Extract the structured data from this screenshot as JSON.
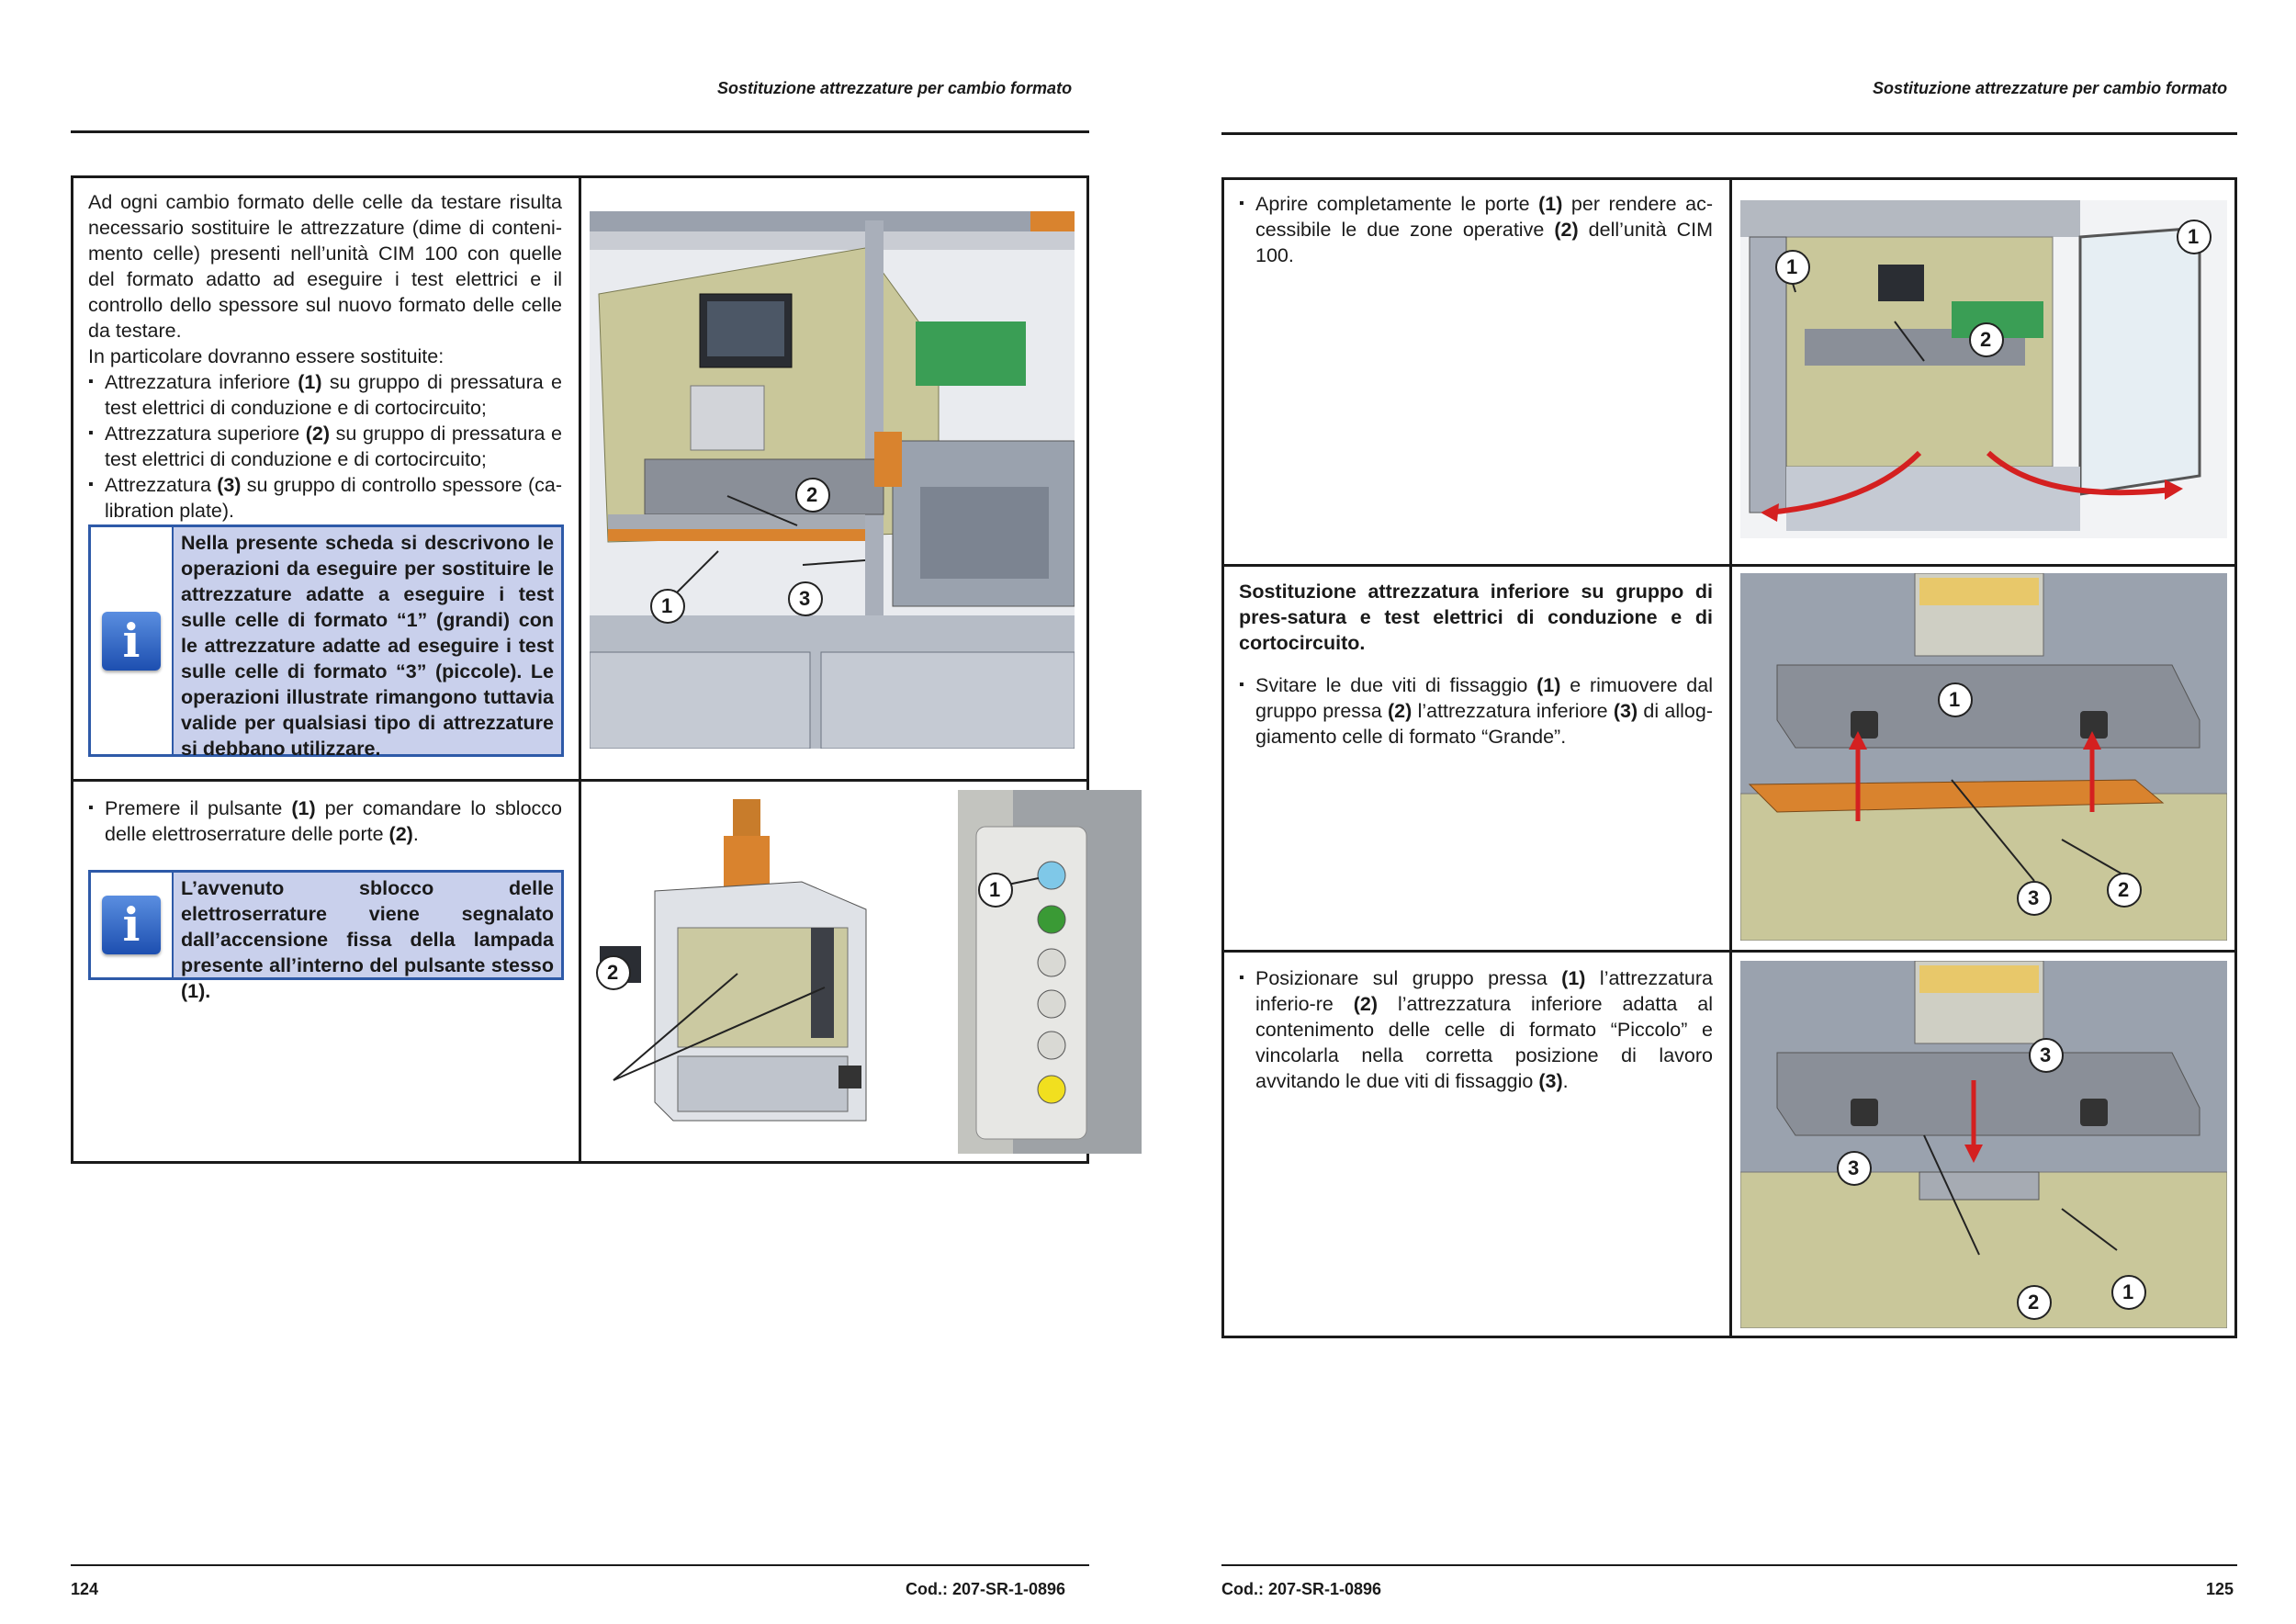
{
  "header": {
    "left_title": "Sostituzione attrezzature per cambio formato",
    "right_title": "Sostituzione attrezzature per cambio formato"
  },
  "footer": {
    "left_page": "124",
    "left_code": "Cod.: 207-SR-1-0896",
    "right_code": "Cod.: 207-SR-1-0896",
    "right_page": "125"
  },
  "left": {
    "intro": {
      "paragraph": "Ad ogni cambio formato delle celle da testare risulta necessario sostituire le attrezzature (dime di conteni-mento celle) presenti nell’unità CIM 100 con quelle del formato adatto ad eseguire i test elettrici e il controllo dello spessore sul nuovo formato delle celle da testare.",
      "lead": "In particolare dovranno essere sostituite:",
      "bullets": [
        {
          "a": "Attrezzatura inferiore ",
          "b": "(1)",
          "c": " su gruppo di pressatura e test elettrici di conduzione e di cortocircuito;"
        },
        {
          "a": "Attrezzatura superiore ",
          "b": "(2)",
          "c": " su gruppo di pressatura e test elettrici di conduzione e di cortocircuito;"
        },
        {
          "a": "Attrezzatura  ",
          "b": "(3)",
          "c": " su gruppo di controllo spessore (ca-libration plate)."
        }
      ],
      "note": "Nella presente scheda si descrivono le operazioni da eseguire per sostituire le attrezzature adatte a eseguire i test sulle celle di formato “1” (grandi) con le attrezzature adatte ad eseguire i test sulle celle di formato “3” (piccole). Le operazioni illustrate rimangono tuttavia valide per qualsiasi tipo di attrezzature si debbano utilizzare."
    },
    "step2": {
      "a": "Premere il pulsante ",
      "b": "(1)",
      "c": " per comandare lo sblocco delle elettroserrature delle porte ",
      "d": "(2)",
      "e": ".",
      "note": "L’avvenuto sblocco delle elettroserrature viene segnalato dall’accensione fissa della lampada presente all’interno del pulsante stesso (1)."
    },
    "callouts": {
      "c1": "1",
      "c2": "2",
      "c3": "3"
    }
  },
  "right": {
    "step1": {
      "a": "Aprire completamente le porte ",
      "b": "(1)",
      "c": " per rendere ac-cessibile le due zone operative ",
      "d": "(2)",
      "e": " dell’unità CIM 100."
    },
    "section": {
      "title": "Sostituzione attrezzatura inferiore su gruppo di pres-satura e test elettrici di conduzione e di cortocircuito.",
      "a": "Svitare le due viti di fissaggio ",
      "b": "(1)",
      "c": " e rimuovere dal gruppo pressa ",
      "d": "(2)",
      "e": " l’attrezzatura inferiore ",
      "f": "(3)",
      "g": " di allog-giamento  celle di formato “Grande”."
    },
    "step3": {
      "a": "Posizionare sul gruppo pressa ",
      "b": "(1)",
      "c": " l’attrezzatura inferio-re ",
      "d": "(2)",
      "e": " l’attrezzatura inferiore adatta al contenimento delle celle di formato “Piccolo” e vincolarla nella corretta posizione di lavoro avvitando le due viti di fissaggio ",
      "f": "(3)",
      "g": "."
    },
    "callouts": {
      "c1": "1",
      "c2": "2",
      "c3": "3"
    }
  },
  "icons": {
    "info": "info-icon"
  },
  "colors": {
    "note_bg": "#c9d0ec",
    "note_border": "#2e5aa8",
    "machine_green": "#c9c79a",
    "arrow_red": "#d42020"
  }
}
